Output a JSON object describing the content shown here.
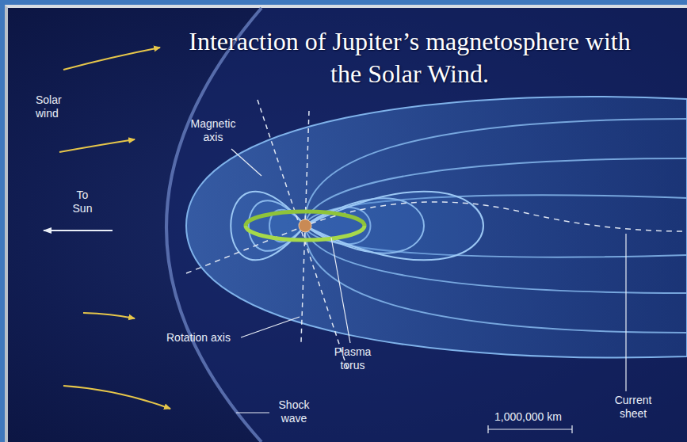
{
  "diagram": {
    "title": "Interaction of Jupiter’s magnetosphere with the Solar Wind.",
    "labels": [
      "Solar wind",
      "Magnetic axis",
      "To Sun",
      "Rotation axis",
      "Plasma torus",
      "Shock wave",
      "1,000,000 km",
      "Current sheet"
    ]
  }
}
